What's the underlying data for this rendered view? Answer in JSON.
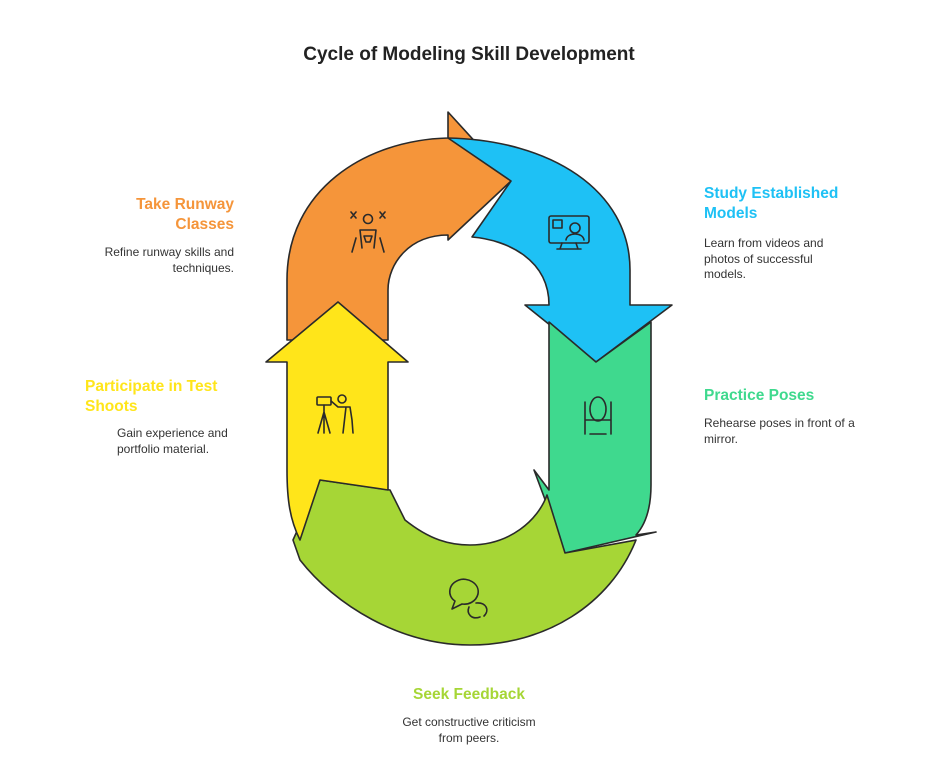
{
  "title": "Cycle of Modeling Skill Development",
  "steps": [
    {
      "key": "runway",
      "label_lines": [
        "Take Runway",
        "Classes"
      ],
      "desc_lines": [
        "Refine runway skills and",
        "techniques."
      ],
      "color": "#F5953A",
      "icon": "runway-model-icon"
    },
    {
      "key": "study",
      "label_lines": [
        "Study Established",
        "Models"
      ],
      "desc_lines": [
        "Learn from videos and",
        "photos of successful",
        "models."
      ],
      "color": "#1EC1F5",
      "icon": "video-screen-icon"
    },
    {
      "key": "poses",
      "label_lines": [
        "Practice Poses"
      ],
      "desc_lines": [
        "Rehearse poses in front of a",
        "mirror."
      ],
      "color": "#3FD98E",
      "icon": "mirror-icon"
    },
    {
      "key": "feedback",
      "label_lines": [
        "Seek Feedback"
      ],
      "desc_lines": [
        "Get constructive criticism",
        "from peers."
      ],
      "color": "#A6D636",
      "icon": "chat-feedback-icon"
    },
    {
      "key": "shoots",
      "label_lines": [
        "Participate in Test",
        "Shoots"
      ],
      "desc_lines": [
        "Gain experience and",
        "portfolio material."
      ],
      "color": "#FFE51A",
      "icon": "camera-tripod-icon"
    }
  ]
}
